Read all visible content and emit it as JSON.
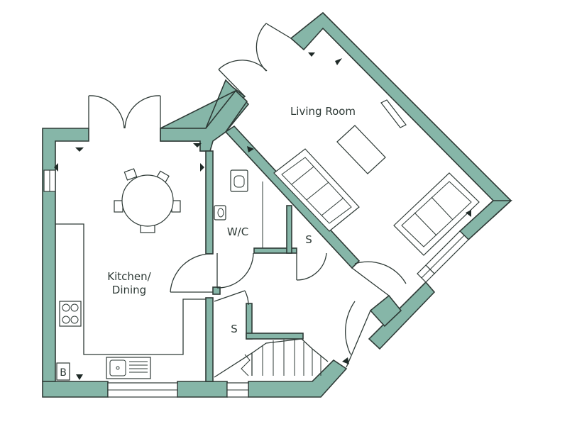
{
  "rooms": {
    "living_room": "Living Room",
    "kitchen_line1": "Kitchen/",
    "kitchen_line2": "Dining",
    "wc": "W/C",
    "store_1": "S",
    "store_2": "S",
    "boiler": "B"
  },
  "colors": {
    "wall_fill": "#86b6a8",
    "line": "#2e3a36",
    "background": "#ffffff"
  },
  "icons": [
    "door-swing-icon",
    "radiator-arrow-icon",
    "sofa-icon",
    "dining-table-icon",
    "hob-icon",
    "sink-icon",
    "toilet-icon",
    "tv-icon",
    "staircase-icon"
  ]
}
